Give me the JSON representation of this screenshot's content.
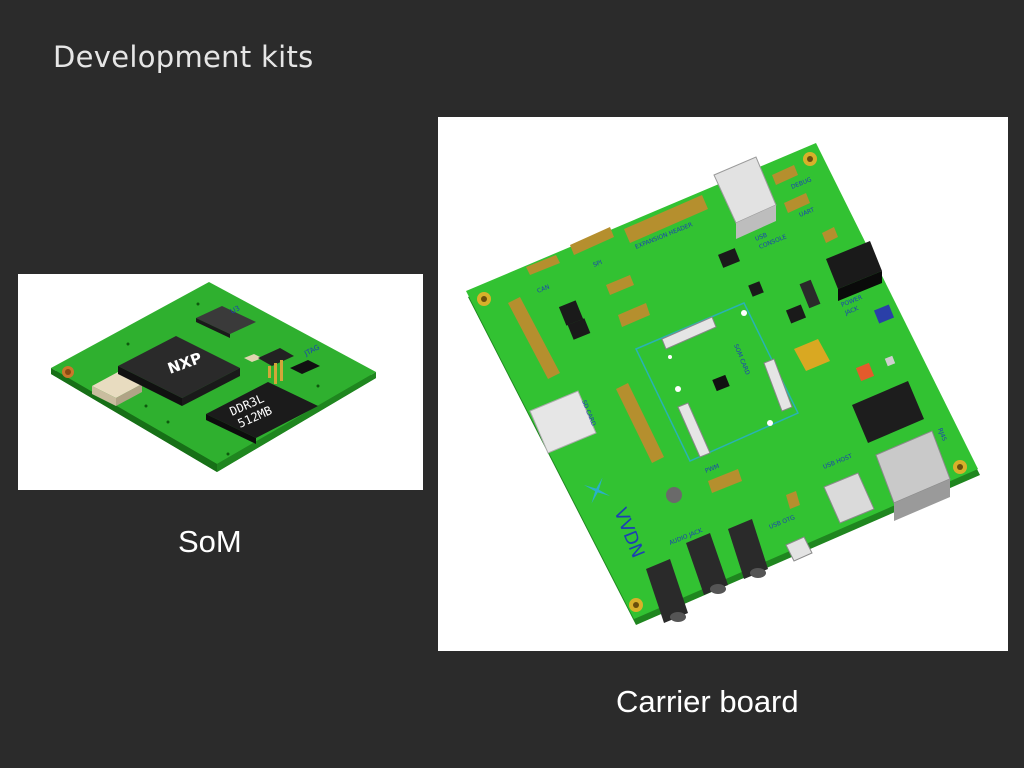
{
  "slide": {
    "title": "Development kits"
  },
  "som": {
    "caption": "SoM",
    "chip_logo": "NXP",
    "memory_label_1": "DDR3L",
    "memory_label_2": "512MB"
  },
  "carrier": {
    "caption": "Carrier board",
    "brand": "VVDN"
  }
}
